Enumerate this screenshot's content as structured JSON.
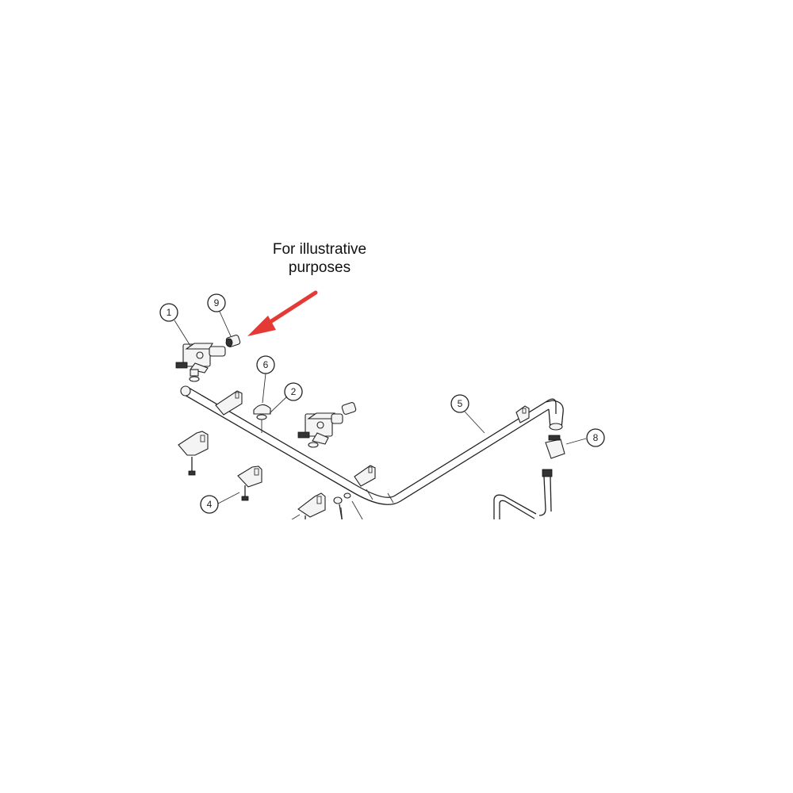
{
  "annotation": {
    "line1": "For illustrative",
    "line2": "purposes",
    "arrow_color": "#e53935"
  },
  "callouts": [
    {
      "id": "1",
      "label": "1"
    },
    {
      "id": "9",
      "label": "9"
    },
    {
      "id": "6",
      "label": "6"
    },
    {
      "id": "2",
      "label": "2"
    },
    {
      "id": "5",
      "label": "5"
    },
    {
      "id": "8",
      "label": "8"
    },
    {
      "id": "4",
      "label": "4"
    }
  ]
}
